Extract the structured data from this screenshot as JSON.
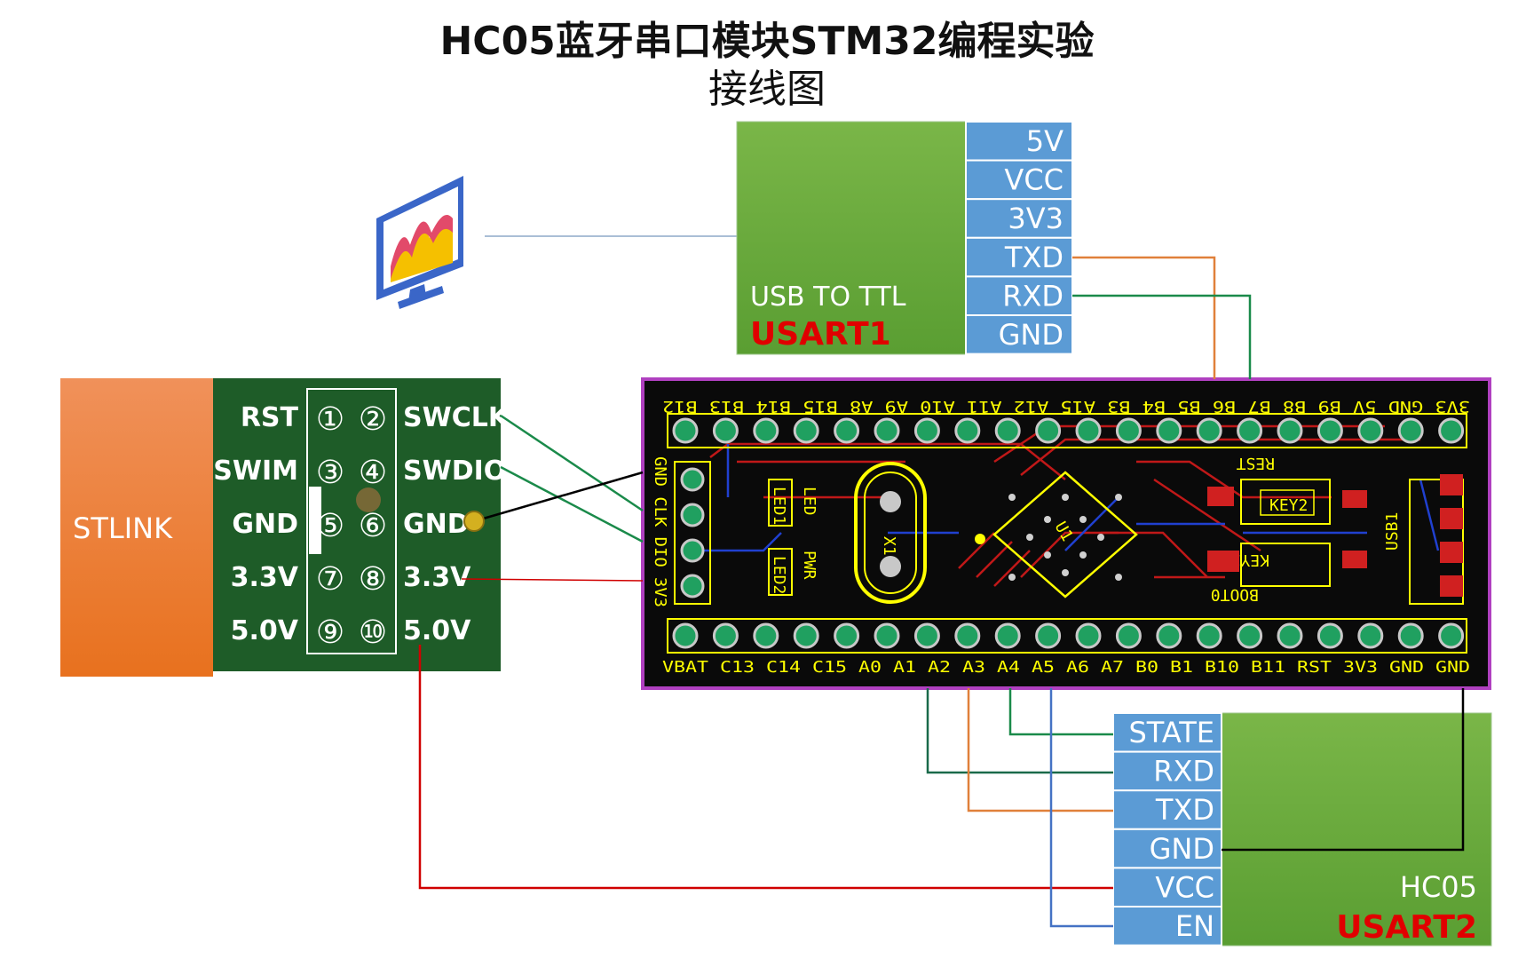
{
  "title": {
    "line1": "HC05蓝牙串口模块STM32编程实验",
    "line2": "接线图"
  },
  "usb_ttl": {
    "label": "USB TO  TTL",
    "usart": "USART1",
    "pins": [
      "5V",
      "VCC",
      "3V3",
      "TXD",
      "RXD",
      "GND"
    ]
  },
  "hc05": {
    "label": "HC05",
    "usart": "USART2",
    "pins": [
      "STATE",
      "RXD",
      "TXD",
      "GND",
      "VCC",
      "EN"
    ]
  },
  "stlink": {
    "label": "STLINK",
    "left_pins": [
      "RST",
      "SWIM",
      "GND",
      "3.3V",
      "5.0V"
    ],
    "right_pins": [
      "SWCLK",
      "SWDIO",
      "GND",
      "3.3V",
      "5.0V"
    ],
    "pin_numbers": [
      [
        "①",
        "②"
      ],
      [
        "③",
        "④"
      ],
      [
        "⑤",
        "⑥"
      ],
      [
        "⑦",
        "⑧"
      ],
      [
        "⑨",
        "⑩"
      ]
    ]
  },
  "pcb": {
    "top_pins": "3V3 GND 5V B9 B8 B7 B6 B5 B4 B3 A15 A12 A11 A10 A9 A8 B15 B14 B13 B12",
    "bottom_pins": "VBAT C13 C14 C15 A0 A1 A2 A3 A4 A5 A6 A7 B0 B1 B10 B11 RST 3V3 GND GND",
    "side_header": "GND CLK DIO 3V3",
    "labels": {
      "key": "KEY2",
      "rest": "REST",
      "boot": "BOOT0",
      "u1": "U1",
      "x1": "X1",
      "led1": "LED1",
      "led2": "LED2",
      "led": "LED",
      "pwr": "PWR",
      "usb": "USB1"
    }
  },
  "colors": {
    "green_gradient_top": "#7ab648",
    "green_gradient_bottom": "#5a9e32",
    "pin_blue": "#5b9bd5",
    "usart_red": "#e00000",
    "stlink_orange": "#ed7d31",
    "stlink_board": "#1e5c28",
    "pcb_black": "#0a0a0a",
    "pcb_border": "#b040c0",
    "wire_orange": "#e0803a",
    "wire_green": "#1a8a4a",
    "wire_red": "#d00000",
    "wire_blue": "#4472c4"
  }
}
